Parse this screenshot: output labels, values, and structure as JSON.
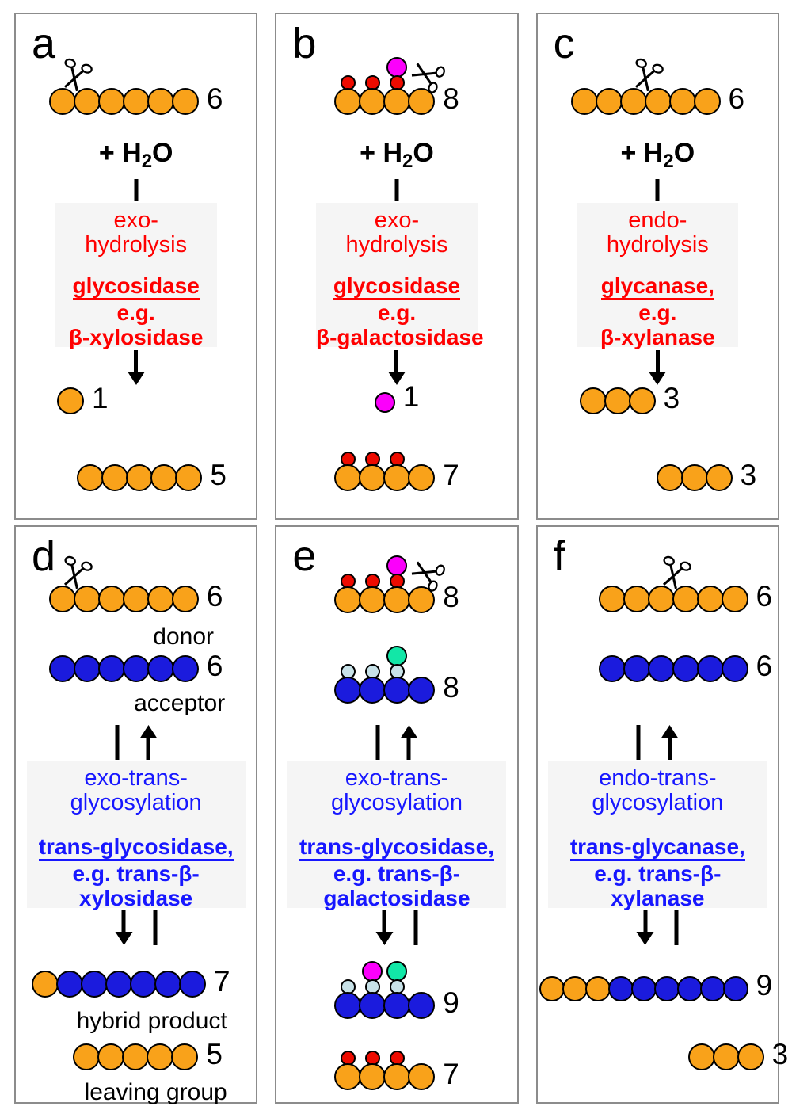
{
  "colors": {
    "orange": "#F9A21A",
    "blue": "#1B1BDD",
    "red": "#EE0B00",
    "magenta": "#FB00FB",
    "light_blue": "#C8E2E8",
    "turquoise": "#12E7A7",
    "text_red": "#FF0000",
    "text_blue": "#1717FF",
    "box_bg": "#F5F5F5",
    "panel_border": "#8C8C8C"
  },
  "panels": {
    "a": {
      "letter": "a",
      "substrate": {
        "units": [
          [
            "orange"
          ],
          [
            "orange"
          ],
          [
            "orange"
          ],
          [
            "orange"
          ],
          [
            "orange"
          ],
          [
            "orange"
          ]
        ],
        "count": "6",
        "scissors": {
          "boundary": 1
        }
      },
      "water": {
        "pre": "+ H",
        "sub": "2",
        "post": "O"
      },
      "mechanism": [
        "exo-",
        "hydrolysis"
      ],
      "enzyme": [
        "glycosidase",
        "e.g.",
        "β-xylosidase"
      ],
      "products": {
        "p1": {
          "units": [
            [
              "orange"
            ]
          ],
          "count": "1"
        },
        "p2": {
          "units": [
            [
              "orange"
            ],
            [
              "orange"
            ],
            [
              "orange"
            ],
            [
              "orange"
            ],
            [
              "orange"
            ]
          ],
          "count": "5"
        }
      }
    },
    "b": {
      "letter": "b",
      "substrate": {
        "units": [
          [
            "orange",
            "red"
          ],
          [
            "orange",
            "red"
          ],
          [
            "orange",
            "red",
            "magenta"
          ],
          [
            "orange"
          ]
        ],
        "count": "8",
        "scissors": {
          "side_of_unit": 3
        }
      },
      "water": {
        "pre": "+ H",
        "sub": "2",
        "post": "O"
      },
      "mechanism": [
        "exo-",
        "hydrolysis"
      ],
      "enzyme": [
        "glycosidase",
        "e.g.",
        "β-galactosidase"
      ],
      "products": {
        "p1": {
          "units": [
            [
              "magenta"
            ]
          ],
          "count": "1",
          "size": 26
        },
        "p2": {
          "units": [
            [
              "orange",
              "red"
            ],
            [
              "orange",
              "red"
            ],
            [
              "orange",
              "red"
            ],
            [
              "orange"
            ]
          ],
          "count": "7"
        }
      }
    },
    "c": {
      "letter": "c",
      "substrate": {
        "units": [
          [
            "orange"
          ],
          [
            "orange"
          ],
          [
            "orange"
          ],
          [
            "orange"
          ],
          [
            "orange"
          ],
          [
            "orange"
          ]
        ],
        "count": "6",
        "scissors": {
          "boundary": 3
        }
      },
      "water": {
        "pre": "+ H",
        "sub": "2",
        "post": "O"
      },
      "mechanism": [
        "endo-",
        "hydrolysis"
      ],
      "enzyme": [
        "glycanase,",
        "e.g.",
        "β-xylanase"
      ],
      "products": {
        "p1": {
          "units": [
            [
              "orange"
            ],
            [
              "orange"
            ],
            [
              "orange"
            ]
          ],
          "count": "3"
        },
        "p2": {
          "units": [
            [
              "orange"
            ],
            [
              "orange"
            ],
            [
              "orange"
            ]
          ],
          "count": "3"
        }
      }
    },
    "d": {
      "letter": "d",
      "substrate1": {
        "units": [
          [
            "orange"
          ],
          [
            "orange"
          ],
          [
            "orange"
          ],
          [
            "orange"
          ],
          [
            "orange"
          ],
          [
            "orange"
          ]
        ],
        "count": "6",
        "scissors": {
          "boundary": 1
        }
      },
      "substrate1_label": "donor",
      "substrate2": {
        "units": [
          [
            "blue"
          ],
          [
            "blue"
          ],
          [
            "blue"
          ],
          [
            "blue"
          ],
          [
            "blue"
          ],
          [
            "blue"
          ]
        ],
        "count": "6"
      },
      "substrate2_label": "acceptor",
      "mechanism": [
        "exo-trans-",
        "glycosylation"
      ],
      "enzyme": [
        "trans-glycosidase,",
        "e.g. trans-β-",
        "xylosidase"
      ],
      "products": {
        "p1": {
          "units": [
            [
              "orange"
            ],
            [
              "blue"
            ],
            [
              "blue"
            ],
            [
              "blue"
            ],
            [
              "blue"
            ],
            [
              "blue"
            ],
            [
              "blue"
            ]
          ],
          "count": "7"
        },
        "p2": {
          "units": [
            [
              "orange"
            ],
            [
              "orange"
            ],
            [
              "orange"
            ],
            [
              "orange"
            ],
            [
              "orange"
            ]
          ],
          "count": "5"
        }
      },
      "product1_label": "hybrid product",
      "product2_label": "leaving group"
    },
    "e": {
      "letter": "e",
      "substrate1": {
        "units": [
          [
            "orange",
            "red"
          ],
          [
            "orange",
            "red"
          ],
          [
            "orange",
            "red",
            "magenta"
          ],
          [
            "orange"
          ]
        ],
        "count": "8",
        "scissors": {
          "side_of_unit": 3
        }
      },
      "substrate2": {
        "units": [
          [
            "blue",
            "light_blue"
          ],
          [
            "blue",
            "light_blue"
          ],
          [
            "blue",
            "light_blue",
            "turquoise"
          ],
          [
            "blue"
          ]
        ],
        "count": "8"
      },
      "mechanism": [
        "exo-trans-",
        "glycosylation"
      ],
      "enzyme": [
        "trans-glycosidase,",
        "e.g. trans-β-",
        "galactosidase"
      ],
      "products": {
        "p1": {
          "units": [
            [
              "blue",
              "light_blue"
            ],
            [
              "blue",
              "light_blue",
              "magenta"
            ],
            [
              "blue",
              "light_blue",
              "turquoise"
            ],
            [
              "blue"
            ]
          ],
          "count": "9"
        },
        "p2": {
          "units": [
            [
              "orange",
              "red"
            ],
            [
              "orange",
              "red"
            ],
            [
              "orange",
              "red"
            ],
            [
              "orange"
            ]
          ],
          "count": "7"
        }
      }
    },
    "f": {
      "letter": "f",
      "substrate1": {
        "units": [
          [
            "orange"
          ],
          [
            "orange"
          ],
          [
            "orange"
          ],
          [
            "orange"
          ],
          [
            "orange"
          ],
          [
            "orange"
          ]
        ],
        "count": "6",
        "scissors": {
          "boundary": 3
        }
      },
      "substrate2": {
        "units": [
          [
            "blue"
          ],
          [
            "blue"
          ],
          [
            "blue"
          ],
          [
            "blue"
          ],
          [
            "blue"
          ],
          [
            "blue"
          ]
        ],
        "count": "6"
      },
      "mechanism": [
        "endo-trans-",
        "glycosylation"
      ],
      "enzyme": [
        "trans-glycanase,",
        "e.g. trans-β-",
        "xylanase"
      ],
      "products": {
        "p1": {
          "units": [
            [
              "orange"
            ],
            [
              "orange"
            ],
            [
              "orange"
            ],
            [
              "blue"
            ],
            [
              "blue"
            ],
            [
              "blue"
            ],
            [
              "blue"
            ],
            [
              "blue"
            ],
            [
              "blue"
            ]
          ],
          "count": "9",
          "size": 32
        },
        "p2": {
          "units": [
            [
              "orange"
            ],
            [
              "orange"
            ],
            [
              "orange"
            ]
          ],
          "count": "3"
        }
      }
    }
  }
}
